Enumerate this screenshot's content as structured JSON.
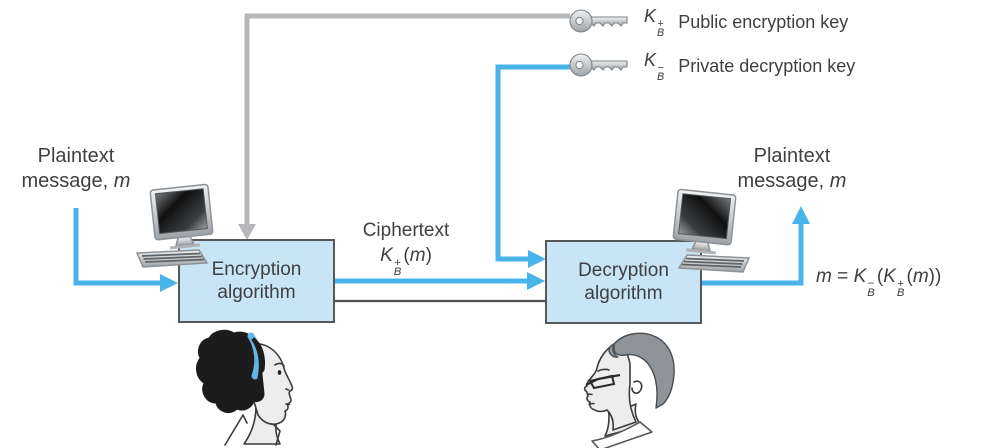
{
  "colors": {
    "arrow_blue": "#49b4e9",
    "line_gray": "#b5b7ba",
    "line_dark": "#4f5054",
    "box_fill": "#c9e4f5",
    "box_border": "#55575b",
    "text": "#3f4043"
  },
  "icons": {
    "public_key": "key-icon",
    "private_key": "key-icon",
    "sender_computer": "desktop-computer-icon",
    "receiver_computer": "desktop-computer-icon"
  },
  "legend": {
    "public_key": {
      "base": "K",
      "sub": "B",
      "sup": "+",
      "label": "Public encryption key"
    },
    "private_key": {
      "base": "K",
      "sub": "B",
      "sup": "−",
      "label": "Private decryption key"
    }
  },
  "plaintext_in": {
    "line1": "Plaintext",
    "line2_text": "message,",
    "line2_var": "m"
  },
  "plaintext_out": {
    "line1": "Plaintext",
    "line2_text": "message,",
    "line2_var": "m"
  },
  "encryption_box": {
    "line1": "Encryption",
    "line2": "algorithm"
  },
  "decryption_box": {
    "line1": "Decryption",
    "line2": "algorithm"
  },
  "ciphertext": {
    "line1": "Ciphertext",
    "k_base": "K",
    "k_sub": "B",
    "k_sup": "+",
    "paren_open": "(",
    "var": "m",
    "paren_close": ")"
  },
  "formula": {
    "lhs_var": "m",
    "equals": "=",
    "k1_base": "K",
    "k1_sub": "B",
    "k1_sup": "−",
    "paren1": "(",
    "k2_base": "K",
    "k2_sub": "B",
    "k2_sup": "+",
    "paren2": "(",
    "var": "m",
    "paren_close": "))"
  }
}
